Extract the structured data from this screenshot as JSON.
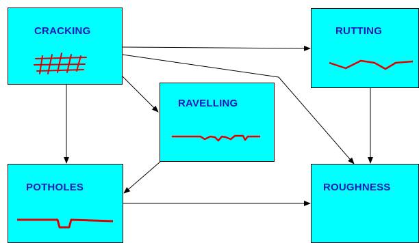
{
  "nodes": {
    "cracking": "CRACKING",
    "rutting": "RUTTING",
    "ravelling": "RAVELLING",
    "potholes": "POTHOLES",
    "roughness": "ROUGHNESS"
  },
  "colors": {
    "box_fill": "#00ffff",
    "label_text": "#1a1ab8",
    "sketch": "#e00000",
    "arrow": "#000000"
  },
  "edges": [
    {
      "from": "cracking",
      "to": "rutting"
    },
    {
      "from": "cracking",
      "to": "roughness"
    },
    {
      "from": "cracking",
      "to": "ravelling"
    },
    {
      "from": "cracking",
      "to": "potholes"
    },
    {
      "from": "rutting",
      "to": "roughness"
    },
    {
      "from": "ravelling",
      "to": "potholes"
    },
    {
      "from": "potholes",
      "to": "roughness"
    }
  ]
}
